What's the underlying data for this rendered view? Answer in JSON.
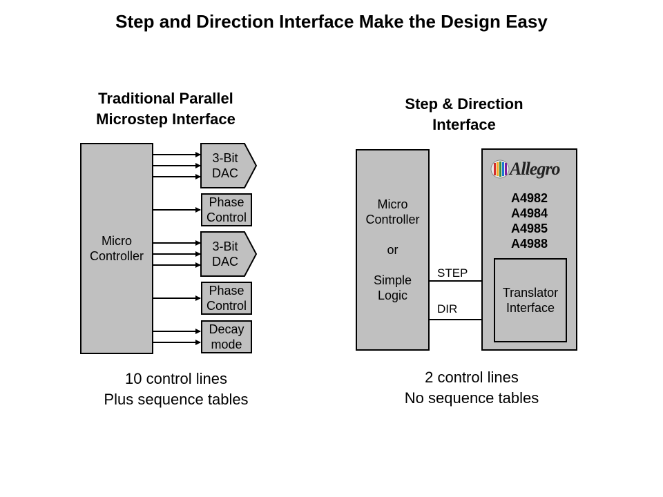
{
  "title": "Step and Direction Interface Make the Design Easy",
  "left": {
    "heading_line1": "Traditional Parallel",
    "heading_line2": "Microstep Interface",
    "micro_line1": "Micro",
    "micro_line2": "Controller",
    "dac1_line1": "3-Bit",
    "dac1_line2": "DAC",
    "phase1_line1": "Phase",
    "phase1_line2": "Control",
    "dac2_line1": "3-Bit",
    "dac2_line2": "DAC",
    "phase2_line1": "Phase",
    "phase2_line2": "Control",
    "decay_line1": "Decay",
    "decay_line2": "mode",
    "caption_line1": "10 control lines",
    "caption_line2": "Plus sequence tables"
  },
  "right": {
    "heading_line1": "Step & Direction",
    "heading_line2": "Interface",
    "micro_line1": "Micro",
    "micro_line2": "Controller",
    "micro_or": "or",
    "micro_line3": "Simple",
    "micro_line4": "Logic",
    "step_label": "STEP",
    "dir_label": "DIR",
    "logo_text": "Allegro",
    "parts": [
      "A4982",
      "A4984",
      "A4985",
      "A4988"
    ],
    "translator_line1": "Translator",
    "translator_line2": "Interface",
    "caption_line1": "2 control lines",
    "caption_line2": "No sequence tables"
  },
  "colors": {
    "box_fill": "#c0c0c0",
    "stroke": "#000000"
  }
}
